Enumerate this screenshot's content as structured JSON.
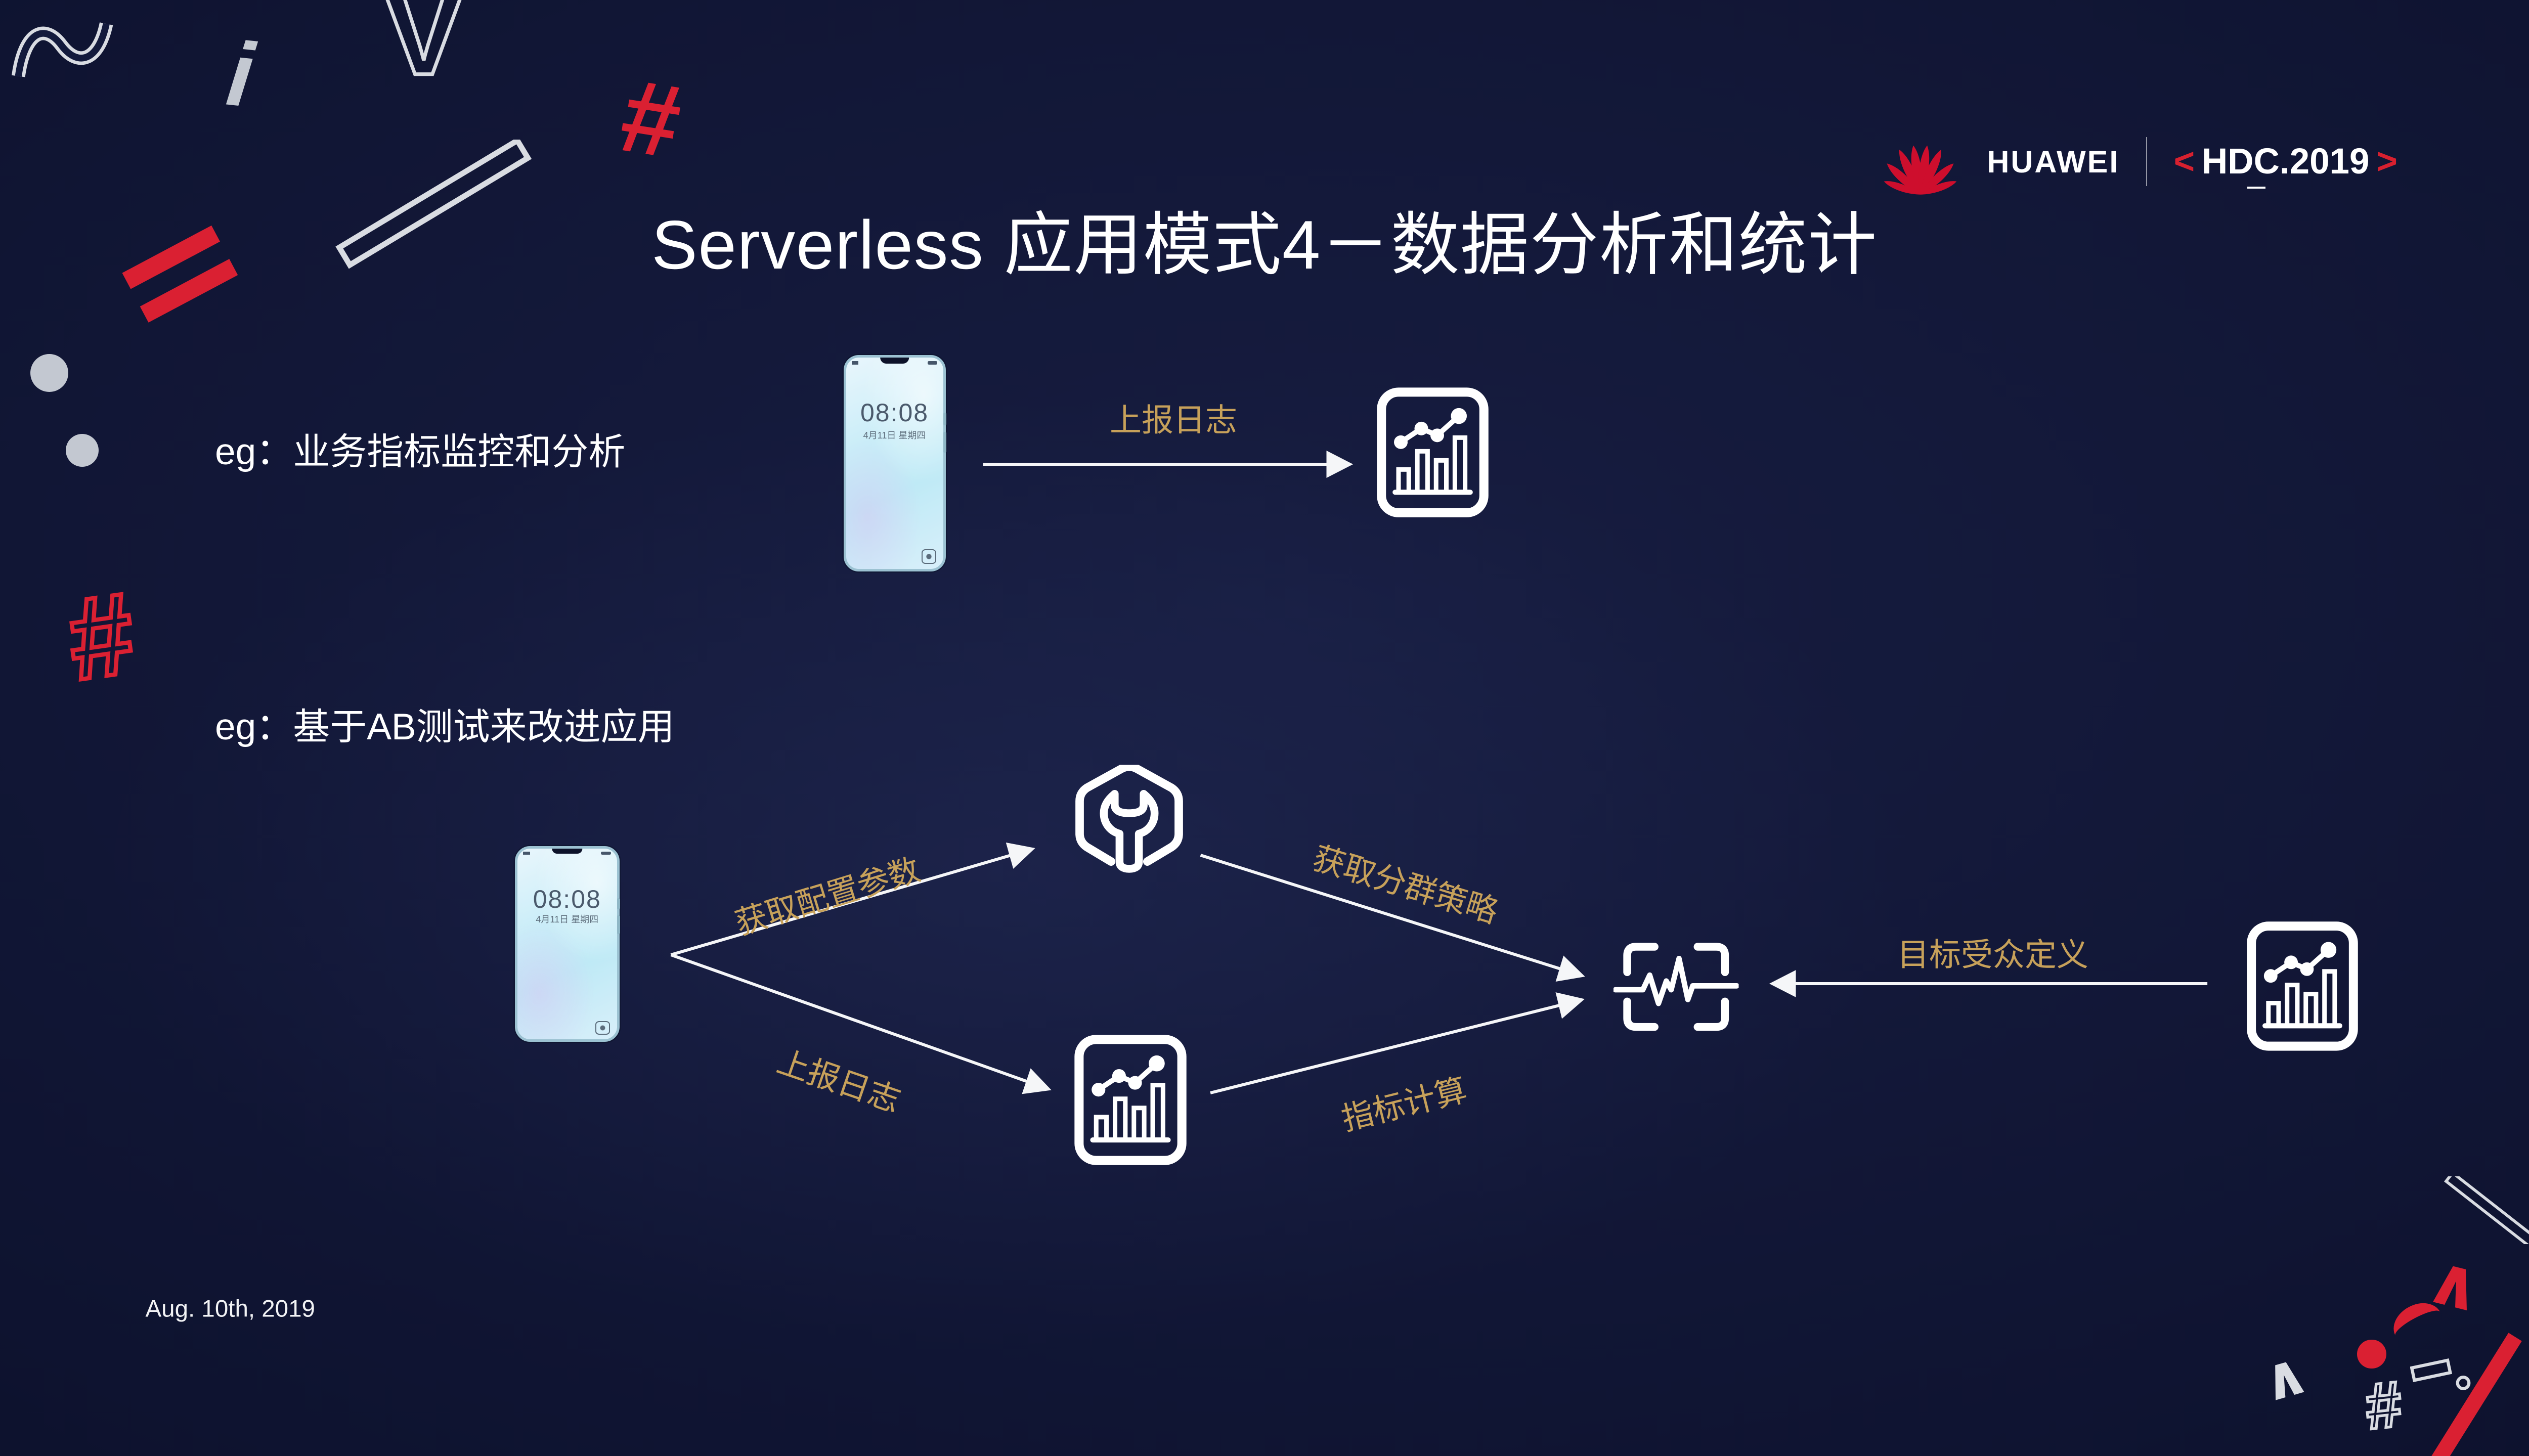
{
  "title": "Serverless 应用模式4－数据分析和统计",
  "header": {
    "brand": "HUAWEI",
    "event": "HDC.2019",
    "event_open": "<",
    "event_close": ">"
  },
  "footer": {
    "date": "Aug. 10th, 2019"
  },
  "examples": {
    "one": {
      "label": "eg：业务指标监控和分析",
      "arrow_label": "上报日志"
    },
    "two": {
      "label": "eg：基于AB测试来改进应用",
      "arrows": {
        "get_config": "获取配置参数",
        "get_segment": "获取分群策略",
        "report_logs": "上报日志",
        "metric_calc": "指标计算",
        "audience": "目标受众定义"
      }
    }
  },
  "phone": {
    "time": "08:08",
    "date": "4月11日 星期四"
  },
  "icons": {
    "phone": "huawei-p30-phone",
    "analytics": "analytics-chart-icon",
    "config": "wrench-hexagon-icon",
    "pulse": "pulse-brackets-icon",
    "brand": "huawei-flower-logo"
  },
  "decor": {
    "hash": "#",
    "v": "V",
    "i": "i",
    "chevron": "∧"
  },
  "colors": {
    "background": "#121737",
    "accent_gold": "#C7A15A",
    "brand_red": "#CE0E2D",
    "decor_red": "#DA2032",
    "arrow_white": "#F5F6F8",
    "phone_screen": "#C9EDF8"
  }
}
